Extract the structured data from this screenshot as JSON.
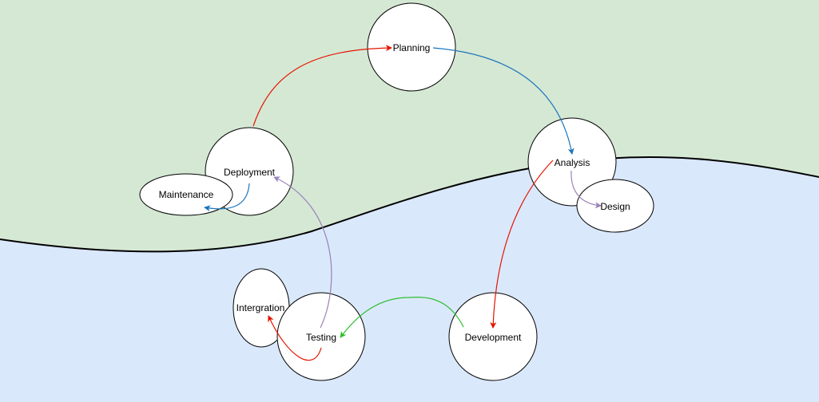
{
  "diagram": {
    "colors": {
      "upper_region": "#d5e8d4",
      "lower_region": "#dae8fc",
      "node_fill": "#ffffff",
      "node_stroke": "#000000",
      "red": "#e51400",
      "blue": "#1b75bc",
      "green": "#2fbf2f",
      "purple": "#9a82b8"
    },
    "nodes": {
      "planning": "Planning",
      "analysis": "Analysis",
      "design": "Design",
      "development": "Development",
      "testing": "Testing",
      "intergration": "Intergration",
      "deployment": "Deployment",
      "maintenance": "Maintenance"
    },
    "edges": [
      {
        "from": "Deployment",
        "to": "Planning",
        "color": "red"
      },
      {
        "from": "Planning",
        "to": "Analysis",
        "color": "blue"
      },
      {
        "from": "Analysis",
        "to": "Design",
        "color": "purple"
      },
      {
        "from": "Analysis",
        "to": "Development",
        "color": "red"
      },
      {
        "from": "Development",
        "to": "Testing",
        "color": "green"
      },
      {
        "from": "Testing",
        "to": "Intergration",
        "color": "red"
      },
      {
        "from": "Testing",
        "to": "Deployment",
        "color": "purple"
      },
      {
        "from": "Deployment",
        "to": "Maintenance",
        "color": "blue"
      }
    ]
  }
}
